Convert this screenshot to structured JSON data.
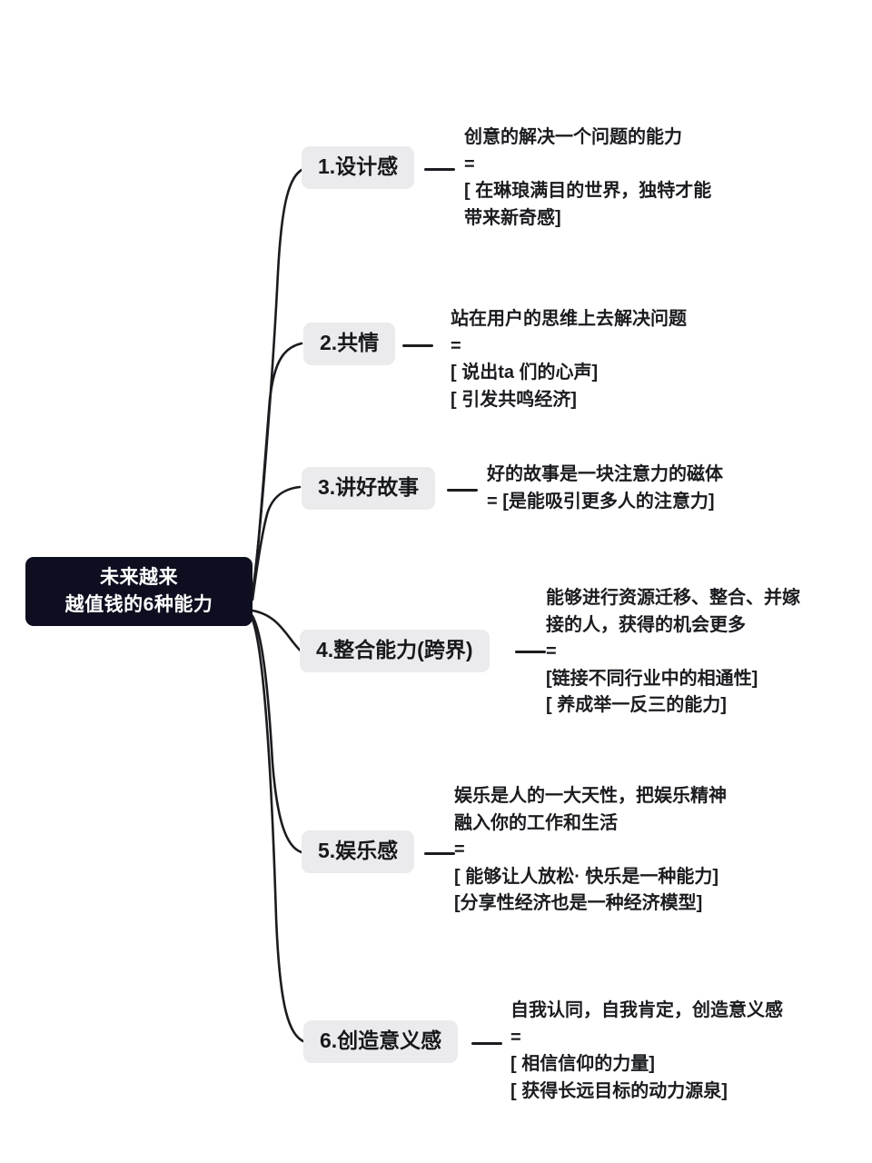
{
  "diagram": {
    "type": "mindmap",
    "background_color": "#ffffff",
    "root": {
      "line1": "未来越来",
      "line2": "越值钱的6种能力",
      "bg_color": "#0d0f20",
      "text_color": "#ffffff"
    },
    "node_bg_color": "#ebebed",
    "node_text_color": "#17181c",
    "edge_color": "#1b1c20",
    "equals_sign": "=",
    "branches": [
      {
        "label": "1.设计感",
        "lines": [
          "创意的解决一个问题的能力",
          "=",
          "[ 在琳琅满目的世界，独特才能",
          "带来新奇感]"
        ]
      },
      {
        "label": "2.共情",
        "lines": [
          "站在用户的思维上去解决问题",
          "=",
          "[ 说出ta 们的心声]",
          "[ 引发共鸣经济]"
        ]
      },
      {
        "label": "3.讲好故事",
        "lines": [
          "好的故事是一块注意力的磁体",
          "= [是能吸引更多人的注意力]"
        ]
      },
      {
        "label": "4.整合能力(跨界)",
        "lines": [
          "能够进行资源迁移、整合、并嫁",
          "接的人，获得的机会更多",
          "=",
          "[链接不同行业中的相通性]",
          "[ 养成举一反三的能力]"
        ]
      },
      {
        "label": "5.娱乐感",
        "lines": [
          "娱乐是人的一大天性，把娱乐精神",
          "融入你的工作和生活",
          "=",
          "[ 能够让人放松· 快乐是一种能力]",
          "[分享性经济也是一种经济模型]"
        ]
      },
      {
        "label": "6.创造意义感",
        "lines": [
          "自我认同，自我肯定，创造意义感",
          "=",
          "[ 相信信仰的力量]",
          "[ 获得长远目标的动力源泉]"
        ]
      }
    ]
  }
}
